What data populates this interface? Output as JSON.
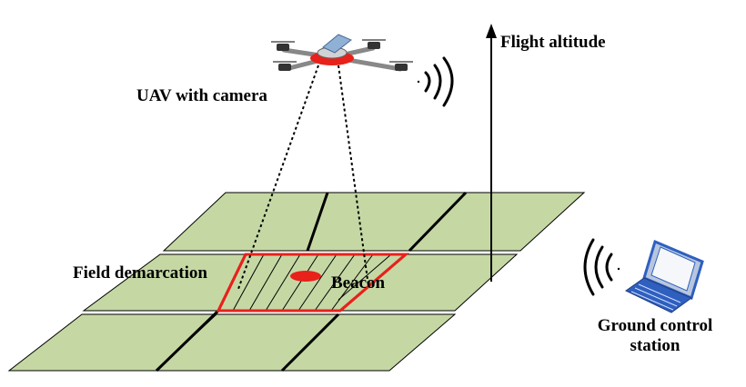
{
  "labels": {
    "uav": "UAV with camera",
    "altitude": "Flight altitude",
    "field": "Field demarcation",
    "beacon": "Beacon",
    "ground_line1": "Ground control",
    "ground_line2": "station"
  },
  "colors": {
    "field_fill": "#c5d8a4",
    "field_stroke": "#000000",
    "demarcation": "#e8211b",
    "beacon": "#e8211b",
    "laptop": "#2f5fbf"
  },
  "icons": [
    "drone-icon",
    "signal-waves-icon",
    "laptop-icon"
  ]
}
